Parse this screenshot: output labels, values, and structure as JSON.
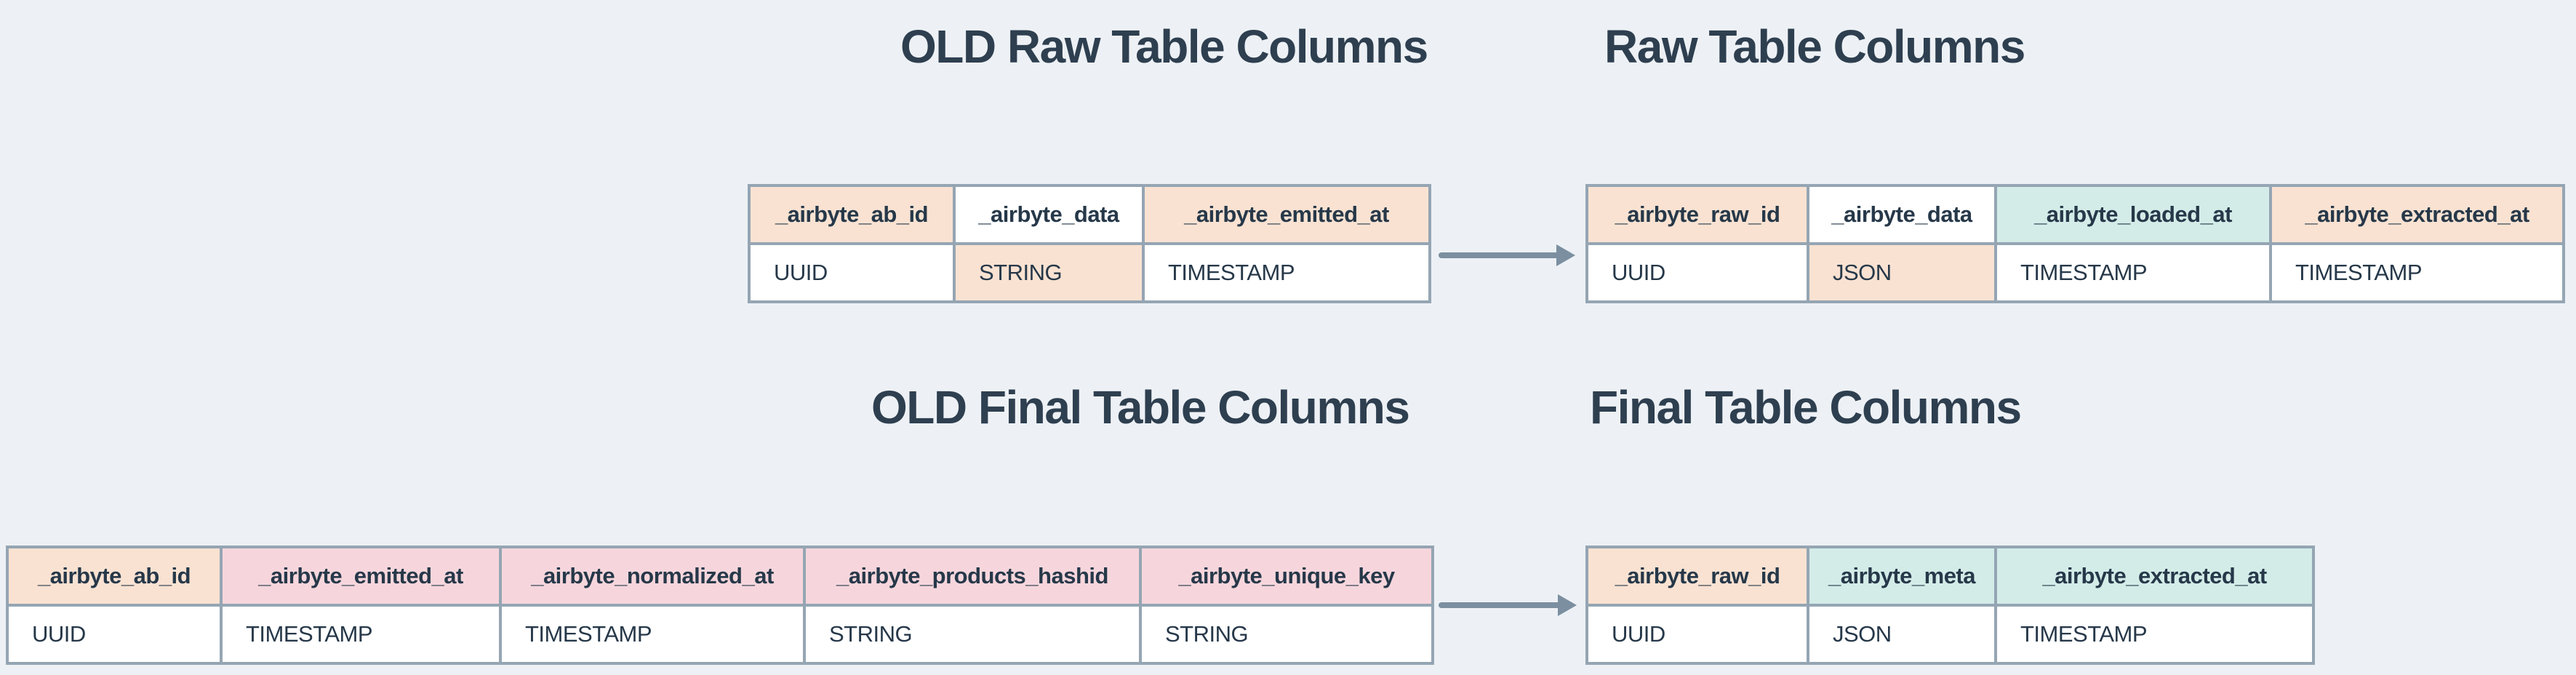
{
  "colors": {
    "background": "#edf1f5",
    "table_border": "#95a5b3",
    "text": "#263849",
    "title_text": "#2e3f50",
    "arrow": "#7b8fa0",
    "highlight_peach": "#f9e2d2",
    "highlight_pink": "#f6d6dc",
    "highlight_teal": "#d3ece8",
    "cell_white": "#ffffff"
  },
  "sections": {
    "old_raw": {
      "title": "OLD Raw Table Columns",
      "columns": [
        {
          "header": "_airbyte_ab_id",
          "header_tone": "peach",
          "value": "UUID",
          "value_tone": "white"
        },
        {
          "header": "_airbyte_data",
          "header_tone": "white",
          "value": "STRING",
          "value_tone": "peach"
        },
        {
          "header": "_airbyte_emitted_at",
          "header_tone": "peach",
          "value": "TIMESTAMP",
          "value_tone": "white"
        }
      ]
    },
    "raw": {
      "title": "Raw Table Columns",
      "columns": [
        {
          "header": "_airbyte_raw_id",
          "header_tone": "peach",
          "value": "UUID",
          "value_tone": "white"
        },
        {
          "header": "_airbyte_data",
          "header_tone": "white",
          "value": "JSON",
          "value_tone": "peach"
        },
        {
          "header": "_airbyte_loaded_at",
          "header_tone": "teal",
          "value": "TIMESTAMP",
          "value_tone": "white"
        },
        {
          "header": "_airbyte_extracted_at",
          "header_tone": "peach",
          "value": "TIMESTAMP",
          "value_tone": "white"
        }
      ]
    },
    "old_final": {
      "title": "OLD Final Table Columns",
      "columns": [
        {
          "header": "_airbyte_ab_id",
          "header_tone": "peach",
          "value": "UUID",
          "value_tone": "white"
        },
        {
          "header": "_airbyte_emitted_at",
          "header_tone": "pink",
          "value": "TIMESTAMP",
          "value_tone": "white"
        },
        {
          "header": "_airbyte_normalized_at",
          "header_tone": "pink",
          "value": "TIMESTAMP",
          "value_tone": "white"
        },
        {
          "header": "_airbyte_products_hashid",
          "header_tone": "pink",
          "value": "STRING",
          "value_tone": "white"
        },
        {
          "header": "_airbyte_unique_key",
          "header_tone": "pink",
          "value": "STRING",
          "value_tone": "white"
        }
      ]
    },
    "final": {
      "title": "Final Table Columns",
      "columns": [
        {
          "header": "_airbyte_raw_id",
          "header_tone": "peach",
          "value": "UUID",
          "value_tone": "white"
        },
        {
          "header": "_airbyte_meta",
          "header_tone": "teal",
          "value": "JSON",
          "value_tone": "white"
        },
        {
          "header": "_airbyte_extracted_at",
          "header_tone": "teal",
          "value": "TIMESTAMP",
          "value_tone": "white"
        }
      ]
    }
  },
  "arrows": [
    {
      "name": "old-raw-to-raw",
      "direction": "right"
    },
    {
      "name": "old-final-to-final",
      "direction": "right"
    }
  ]
}
